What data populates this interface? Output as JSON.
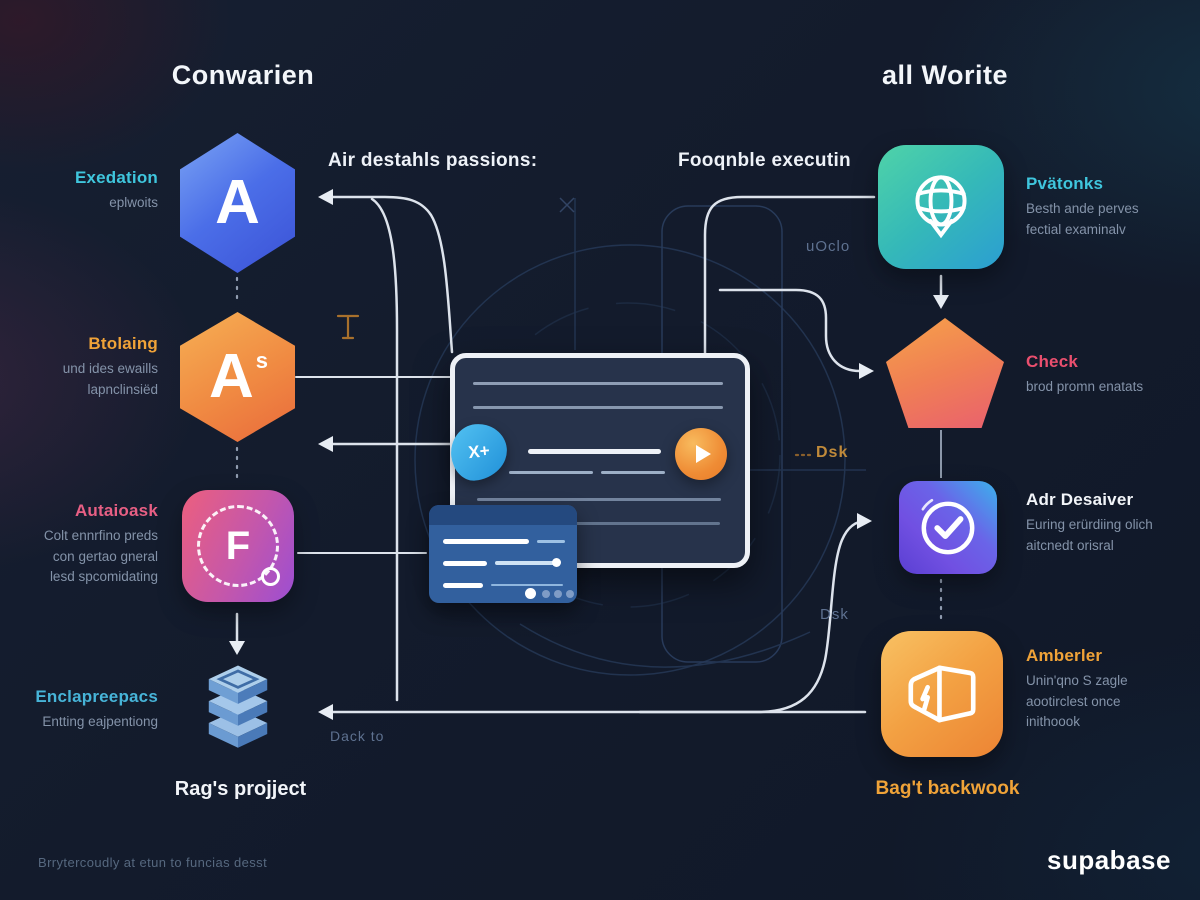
{
  "brand": "supabase",
  "footnote": "Brrytercoudly at etun to funcias desst",
  "headers": {
    "left": "Conwarien",
    "right": "all Worite"
  },
  "captions": {
    "left": "Air destahls passions:",
    "right": "Fooqnble executin"
  },
  "notes": {
    "top": "uOclo",
    "mid": "Dsk",
    "low": "Dsk",
    "arrow": "Dack to"
  },
  "card": {
    "blob_label": "X+"
  },
  "colors": {
    "background": "#131b2c",
    "teal_accent": "#3fc6dd",
    "orange_accent": "#f0a338",
    "pink_accent": "#e85f84",
    "red_accent": "#ea4f6e",
    "card_border": "#eef1f6"
  },
  "left_column": {
    "items": [
      {
        "icon": "hexagon-a-blue",
        "letter": "A",
        "title": "Exedation",
        "lines": [
          "eplwoits"
        ]
      },
      {
        "icon": "hexagon-a-orange",
        "letter": "A",
        "letter_sub": "s",
        "title": "Btolaing",
        "lines": [
          "und ides ewaills",
          "lapnclinsiëd"
        ]
      },
      {
        "icon": "f-dashed-circle",
        "letter": "F",
        "title": "Autaioask",
        "lines": [
          "Colt ennrfino preds",
          "con gertao gneral",
          "lesd spcomidating"
        ]
      },
      {
        "icon": "stack-3d",
        "title": "Enclapreepacs",
        "lines": [
          "Entting eajpentiong"
        ]
      }
    ],
    "footer": "Rag's projject"
  },
  "right_column": {
    "items": [
      {
        "icon": "globe-pin",
        "title": "Pvätonks",
        "lines": [
          "Besth ande perves",
          "fectial examinalv"
        ]
      },
      {
        "icon": "pentagon",
        "title": "Check",
        "lines": [
          "brod promn enatats"
        ]
      },
      {
        "icon": "check-circle",
        "title": "Adr Desaiver",
        "lines": [
          "Euring erürdiing olich",
          "aitcnedt orisral"
        ]
      },
      {
        "icon": "open-box",
        "title": "Amberler",
        "lines": [
          "Unin'qno S zagle",
          "aootirclest once",
          "inithoook"
        ]
      }
    ],
    "footer": "Bag't backwook"
  }
}
